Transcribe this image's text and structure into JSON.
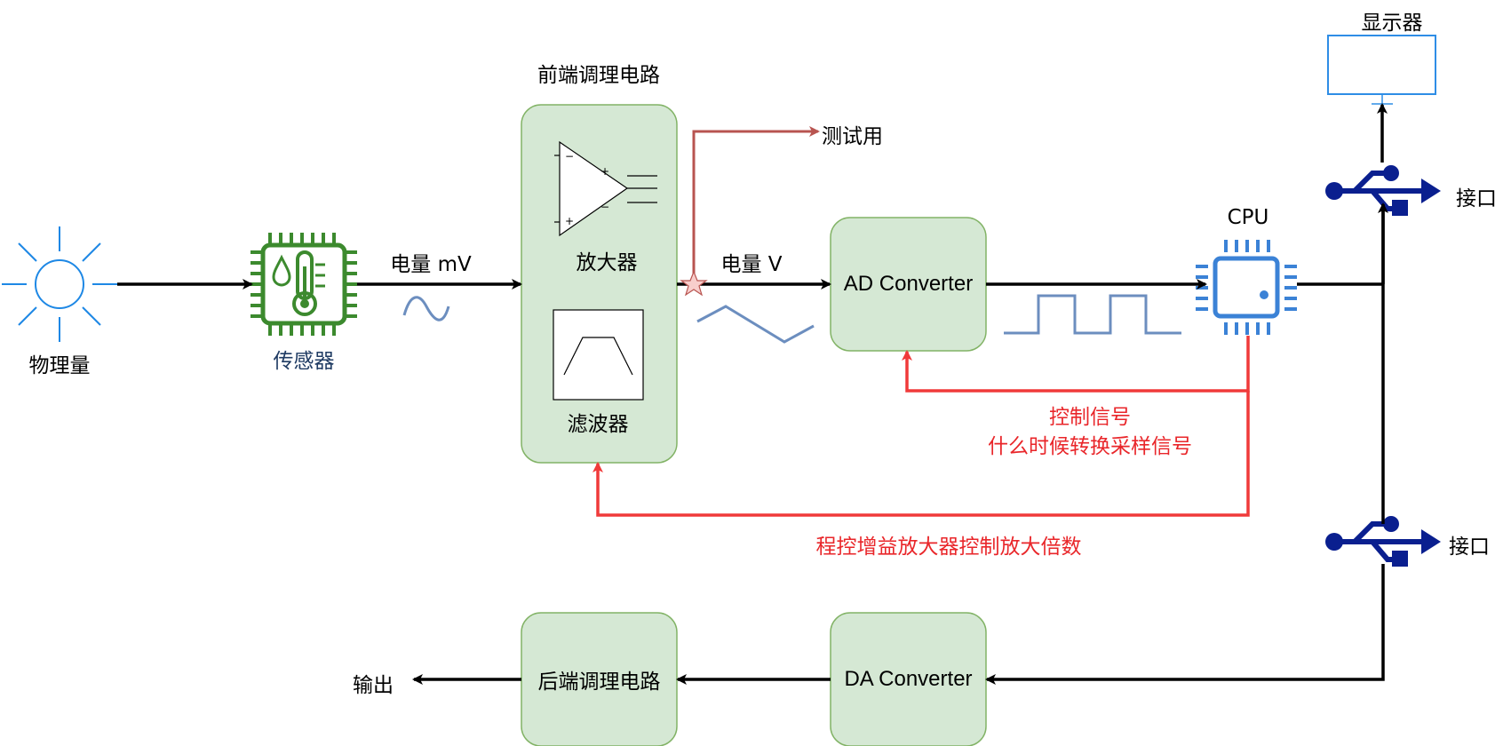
{
  "labels": {
    "physical_quantity": "物理量",
    "sensor": "传感器",
    "signal_mv": "电量 mV",
    "frontend_title": "前端调理电路",
    "amplifier": "放大器",
    "filter": "滤波器",
    "test_use": "测试用",
    "signal_v": "电量 V",
    "ad_converter": "AD Converter",
    "cpu": "CPU",
    "display": "显示器",
    "interface_top": "接口",
    "interface_bottom": "接口",
    "control_signal_line1": "控制信号",
    "control_signal_line2": "什么时候转换采样信号",
    "pga_control": "程控增益放大器控制放大倍数",
    "backend": "后端调理电路",
    "da_converter": "DA Converter",
    "output": "输出"
  },
  "colors": {
    "box_fill": "#d5e8d4",
    "box_stroke": "#82b366",
    "sun": "#1e88e5",
    "sensor": "#3c8a2e",
    "usb": "#0a1f8f",
    "cpu": "#3b82d6",
    "waveform": "#6c8ebf",
    "control_red": "#f03a3a",
    "test_line": "#b85450"
  },
  "icons": {
    "sun": "sun-icon",
    "sensor": "sensor-chip-icon",
    "cpu": "cpu-chip-icon",
    "usb": "usb-icon",
    "amplifier": "op-amp-icon",
    "filter": "bandpass-filter-icon",
    "display": "monitor-icon"
  }
}
